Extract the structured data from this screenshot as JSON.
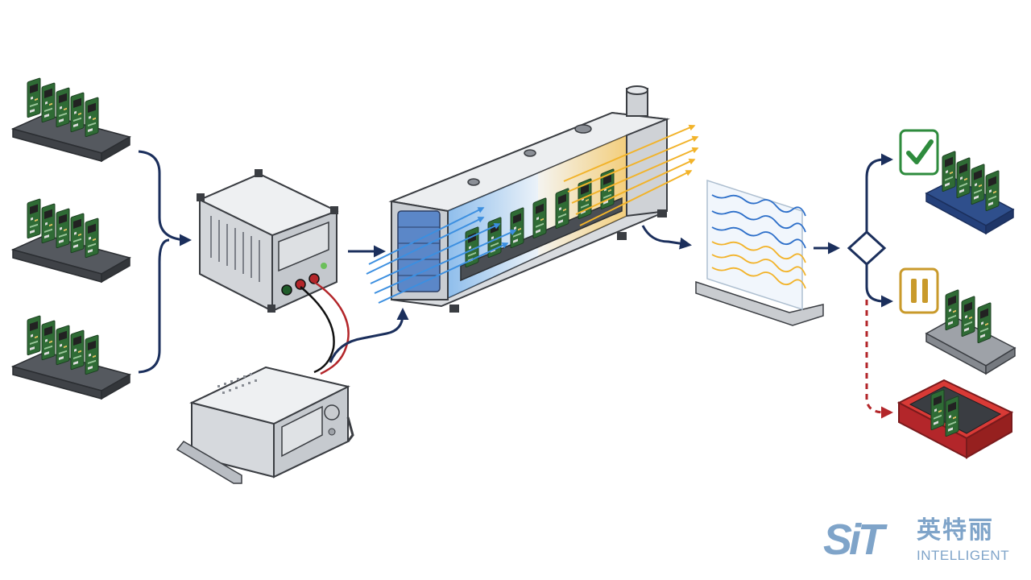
{
  "logo": {
    "mark": "SiT",
    "chinese": "英特丽",
    "english": "INTELLIGENT"
  },
  "colors": {
    "flow_arrow": "#1b2f5c",
    "pass": "#2e8b3d",
    "hold": "#c99a2b",
    "reject": "#b3262a",
    "board": "#2f6b35",
    "cool_air": "#3c8fe0",
    "hot_air": "#f2b32a",
    "logo": "#7fa4c9"
  },
  "icons": {
    "pass_status": "checkmark-icon",
    "hold_status": "pause-icon",
    "decision": "diamond-icon"
  }
}
